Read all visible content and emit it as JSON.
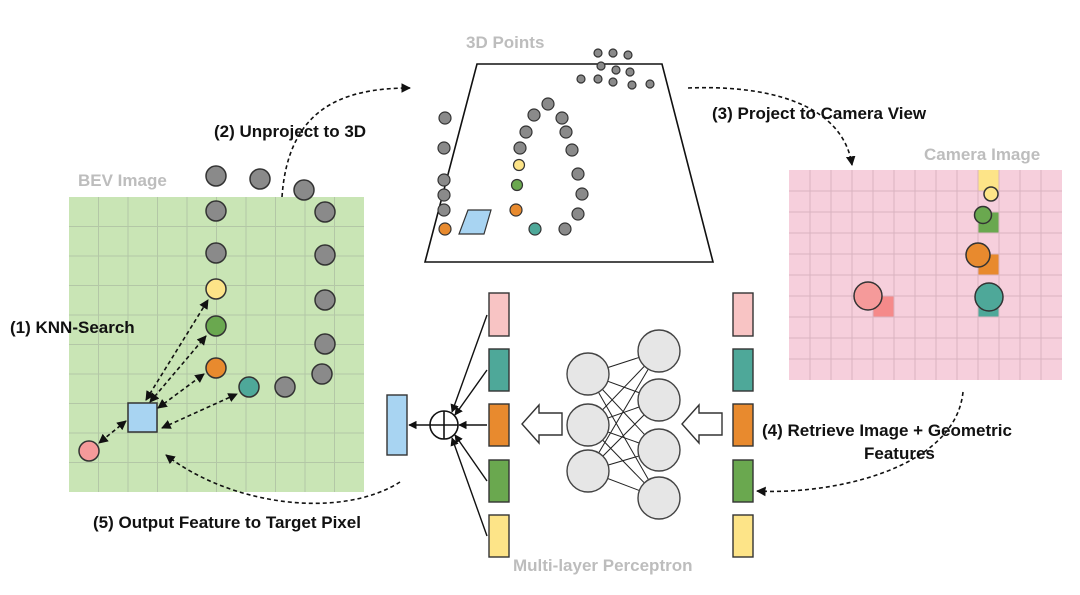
{
  "labels": {
    "bev_image": "BEV Image",
    "points_3d": "3D Points",
    "camera_image": "Camera Image",
    "mlp": "Multi-layer Perceptron"
  },
  "steps": {
    "s1": "(1) KNN-Search",
    "s2": "(2) Unproject to 3D",
    "s3": "(3) Project to Camera View",
    "s4_line1": "(4) Retrieve Image + Geometric",
    "s4_line2": "Features",
    "s5": "(5) Output Feature to Target Pixel"
  },
  "symbols": {
    "sum": "⊕"
  },
  "colors": {
    "bev_grid": "#c9e5b5",
    "camera_grid": "#f6cfdc",
    "point_gray": "#8a8a8a",
    "target_blue": "#a8d4f2",
    "feature_pink": "#f8c4c4",
    "feature_teal": "#4ea899",
    "feature_orange": "#e88a2e",
    "feature_green": "#6aa84f",
    "feature_yellow": "#fde488",
    "neuron": "#e6e6e6",
    "label_gray": "#bdbdbd"
  },
  "icons": [
    "dashed-arrow-icon",
    "hollow-arrow-icon",
    "sum-circle-icon"
  ]
}
